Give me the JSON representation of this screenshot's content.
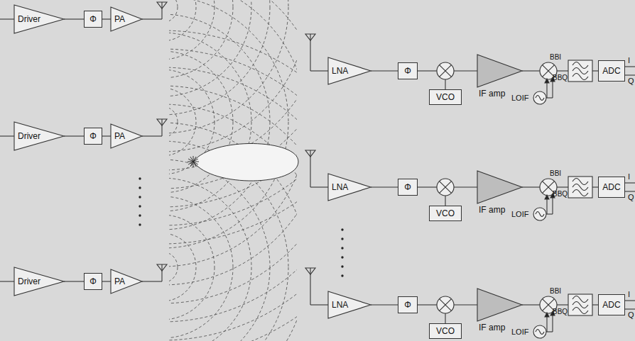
{
  "diagram": {
    "nodes": [
      {
        "text": [
          "Driver"
        ]
      },
      {
        "text": [
          "Φ"
        ]
      },
      {
        "text": [
          "PA"
        ]
      },
      {
        "text": [
          "LNA"
        ]
      },
      {
        "text": [
          "Φ"
        ]
      },
      {
        "text": [
          "VCO"
        ]
      },
      {
        "text": [
          "IF amp"
        ]
      },
      {
        "text": [
          "ADC"
        ]
      },
      {
        "text": [
          "Driver"
        ]
      },
      {
        "text": [
          "Φ"
        ]
      },
      {
        "text": [
          "PA"
        ]
      },
      {
        "text": [
          "LNA"
        ]
      },
      {
        "text": [
          "Φ"
        ]
      },
      {
        "text": [
          "VCO"
        ]
      },
      {
        "text": [
          "IF amp"
        ]
      },
      {
        "text": [
          "ADC"
        ]
      },
      {
        "text": [
          "Driver"
        ]
      },
      {
        "text": [
          "Φ"
        ]
      },
      {
        "text": [
          "PA"
        ]
      },
      {
        "text": [
          "LNA"
        ]
      },
      {
        "text": [
          "Φ"
        ]
      },
      {
        "text": [
          "VCO"
        ]
      },
      {
        "text": [
          "IF amp"
        ]
      },
      {
        "text": [
          "ADC"
        ]
      }
    ],
    "edges": [
      {
        "from": 0,
        "to": 1,
        "arrow": "none"
      },
      {
        "from": 1,
        "to": 2,
        "arrow": "none"
      },
      {
        "from": 3,
        "to": 4,
        "arrow": "none"
      },
      {
        "from": 8,
        "to": 9,
        "arrow": "none"
      },
      {
        "from": 9,
        "to": 10,
        "arrow": "none"
      },
      {
        "from": 11,
        "to": 12,
        "arrow": "none"
      },
      {
        "from": 16,
        "to": 17,
        "arrow": "none"
      },
      {
        "from": 17,
        "to": 18,
        "arrow": "none"
      },
      {
        "from": 19,
        "to": 20,
        "arrow": "none"
      }
    ],
    "labels": [
      "BBI",
      "BBQ",
      "LOIF",
      "I",
      "Q",
      "BBI",
      "BBQ",
      "LOIF",
      "I",
      "Q",
      "BBI",
      "BBQ",
      "LOIF",
      "I",
      "Q"
    ]
  }
}
